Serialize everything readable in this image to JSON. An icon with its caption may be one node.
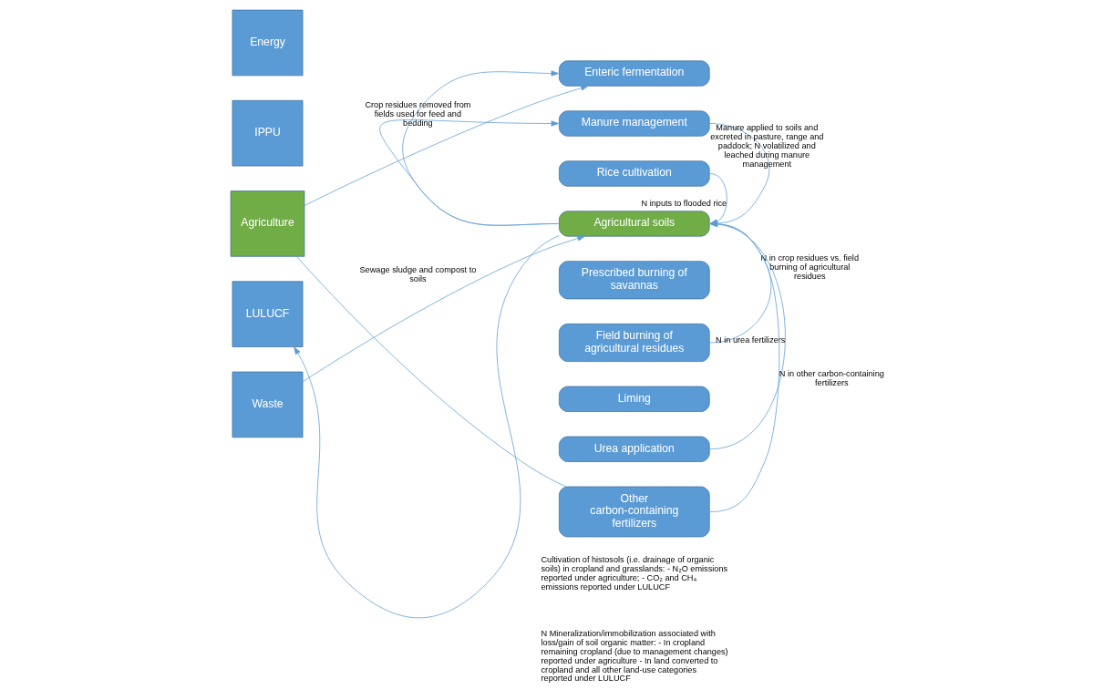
{
  "diagram": {
    "nodes": [
      {
        "text": [
          "Energy"
        ]
      },
      {
        "text": [
          "IPPU"
        ]
      },
      {
        "text": [
          "Agriculture"
        ]
      },
      {
        "text": [
          "LULUCF"
        ]
      },
      {
        "text": [
          "Waste"
        ]
      },
      {
        "text": [
          "Enteric fermentation"
        ]
      },
      {
        "text": [
          "Manure management"
        ]
      },
      {
        "text": [
          "Rice cultivation"
        ]
      },
      {
        "text": [
          "Agricultural soils"
        ]
      },
      {
        "text": [
          "Prescribed burning of savannas"
        ]
      },
      {
        "text": [
          "Field burning of agricultural residues"
        ]
      },
      {
        "text": [
          "Liming"
        ]
      },
      {
        "text": [
          "Urea application"
        ]
      },
      {
        "text": [
          "Other carbon-containing fertilizers"
        ]
      }
    ],
    "edges": [
      {
        "from": 2,
        "to": 5,
        "arrow": "to",
        "label": "Crop residues removed from fields used for feed and bedding"
      },
      {
        "from": 8,
        "to": 5,
        "arrow": "to"
      },
      {
        "from": 8,
        "to": 6,
        "arrow": "to"
      },
      {
        "from": 6,
        "to": 8,
        "arrow": "to",
        "label": "Manure applied to soils and excreted in pasture, range and paddock; N volatilized and leached during manure management"
      },
      {
        "from": 7,
        "to": 8,
        "arrow": "to",
        "label": "N inputs to flooded rice"
      },
      {
        "from": 12,
        "to": 8,
        "arrow": "to",
        "label": "N in urea fertilizers"
      },
      {
        "from": 10,
        "to": 8,
        "arrow": "to",
        "label": "N in crop residues vs. field burning of agricultural residues"
      },
      {
        "from": 13,
        "to": 8,
        "arrow": "to",
        "label": "N in other carbon-containing fertilizers"
      },
      {
        "from": 8,
        "to": 3,
        "arrow": "to"
      },
      {
        "from": 13,
        "to": 2,
        "arrow": "none"
      },
      {
        "from": 4,
        "to": 8,
        "arrow": "to",
        "label": "Sewage sludge and compost to soils"
      }
    ],
    "labels": [
      "Cultivation of histosols (i.e. drainage of organic soils) in cropland and grasslands: - N₂O emissions reported under agriculture; - CO₂ and CH₄ emissions reported under LULUCF",
      "N Mineralization/immobilization associated with loss/gain of soil organic matter: - In cropland remaining cropland (due to management changes) reported under agriculture - In land converted to cropland and all other land-use categories reported under LULUCF"
    ]
  }
}
